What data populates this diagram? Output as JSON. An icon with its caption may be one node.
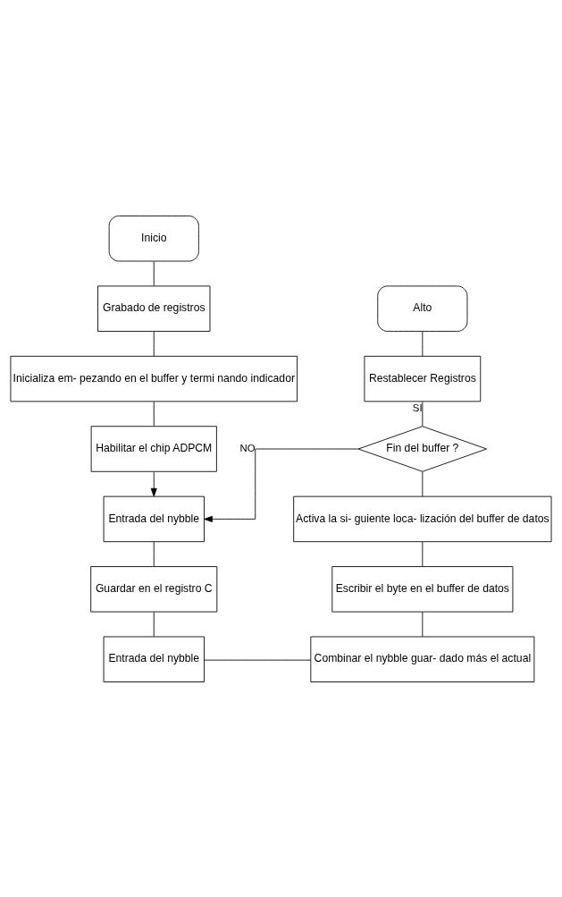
{
  "diagram": {
    "nodes": [
      {
        "text": [
          "Inicio"
        ]
      },
      {
        "text": [
          "Grabado de registros"
        ]
      },
      {
        "text": [
          "Inicializa em- pezando en el buffer y termi nando indicador"
        ]
      },
      {
        "text": [
          "Habilitar el chip ADPCM"
        ]
      },
      {
        "text": [
          "Entrada del nybble"
        ]
      },
      {
        "text": [
          "Guardar en el registro C"
        ]
      },
      {
        "text": [
          "Entrada del nybble"
        ]
      },
      {
        "text": [
          "Alto"
        ]
      },
      {
        "text": [
          "Restablecer Registros"
        ]
      },
      {
        "text": [
          "Fin del buffer ?"
        ]
      },
      {
        "text": [
          "Activa la si- guiente loca- lización del buffer de datos"
        ]
      },
      {
        "text": [
          "Escribir el byte en el buffer de datos"
        ]
      },
      {
        "text": [
          "Combinar el nybble guar- dado más el actual"
        ]
      }
    ],
    "edges": [
      {
        "from": 0,
        "to": 1,
        "arrow": "none"
      },
      {
        "from": 1,
        "to": 2,
        "arrow": "none"
      },
      {
        "from": 2,
        "to": 3,
        "arrow": "none"
      },
      {
        "from": 3,
        "to": 4,
        "arrow": "to"
      },
      {
        "from": 4,
        "to": 5,
        "arrow": "none"
      },
      {
        "from": 5,
        "to": 6,
        "arrow": "none"
      },
      {
        "from": 6,
        "to": 12,
        "arrow": "none"
      },
      {
        "from": 12,
        "to": 11,
        "arrow": "none"
      },
      {
        "from": 11,
        "to": 10,
        "arrow": "none"
      },
      {
        "from": 10,
        "to": 9,
        "arrow": "none"
      },
      {
        "from": 9,
        "to": 8,
        "arrow": "none",
        "label": "SI"
      },
      {
        "from": 8,
        "to": 7,
        "arrow": "none"
      },
      {
        "from": 9,
        "to": 4,
        "arrow": "to",
        "label": "NO"
      }
    ]
  }
}
